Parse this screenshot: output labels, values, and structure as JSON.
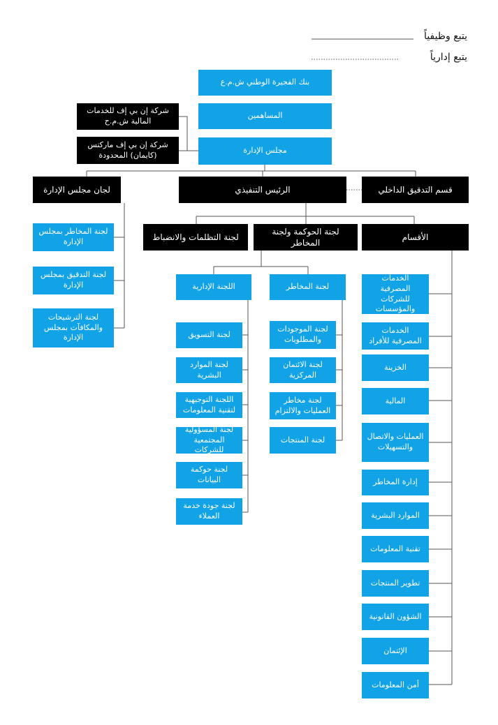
{
  "legend": {
    "functional": "يتبع وظيفياً",
    "administrative": "يتبع إدارياً"
  },
  "colors": {
    "blue": "#12a3e6",
    "black": "#000000",
    "line": "#555555"
  },
  "top": {
    "bank": "بنك الفجيرة الوطني ش.م.ع",
    "shareholders": "المساهمين",
    "board": "مجلس الإدارة",
    "subsidiary_1": "شركة إن بي إف للخدمات المالية ش.م.ح",
    "subsidiary_2": "شركة إن بي إف ماركتس (كايمان) المحدودة"
  },
  "level2": {
    "board_committees": "لجان مجلس الإدارة",
    "ceo": "الرئيس التنفيذي",
    "internal_audit": "قسم التدقيق الداخلي"
  },
  "board_committees": [
    "لجنة المخاطر بمجلس الإدارة",
    "لجنة التدقيق بمجلس الإدارة",
    "لجنة الترشيحات والمكافآت بمجلس الإدارة"
  ],
  "level3": {
    "grievances": "لجنة التظلمات والانضباط",
    "governance": "لجنة الحوكمة ولجنة المخاطر",
    "divisions": "الأقسام"
  },
  "management_committee": {
    "title": "اللجنة الإدارية",
    "items": [
      "لجنة التسويق",
      "لجنة الموارد البشرية",
      "اللجنة التوجيهية لتقنية المعلومات",
      "لجنة المسؤولية المجتمعية للشركات",
      "لجنة حوكمة البيانات",
      "لجنة جودة خدمة العملاء"
    ]
  },
  "risk_committee": {
    "title": "لجنة المخاطر",
    "items": [
      "لجنة الموجودات والمطلوبات",
      "لجنة الائتمان المركزية",
      "لجنة مخاطر العمليات والالتزام",
      "لجنة المنتجات"
    ]
  },
  "divisions": [
    "الخدمات المصرفية للشركات والمؤسسات",
    "الخدمات المصرفية للأفراد",
    "الخزينة",
    "المالية",
    "العمليات والاتصال والتسهيلات",
    "إدارة المخاطر",
    "الموارد البشرية",
    "تقنية المعلومات",
    "تطوير المنتجات",
    "الشؤون القانونية",
    "الإئتمان",
    "أمن المعلومات"
  ]
}
